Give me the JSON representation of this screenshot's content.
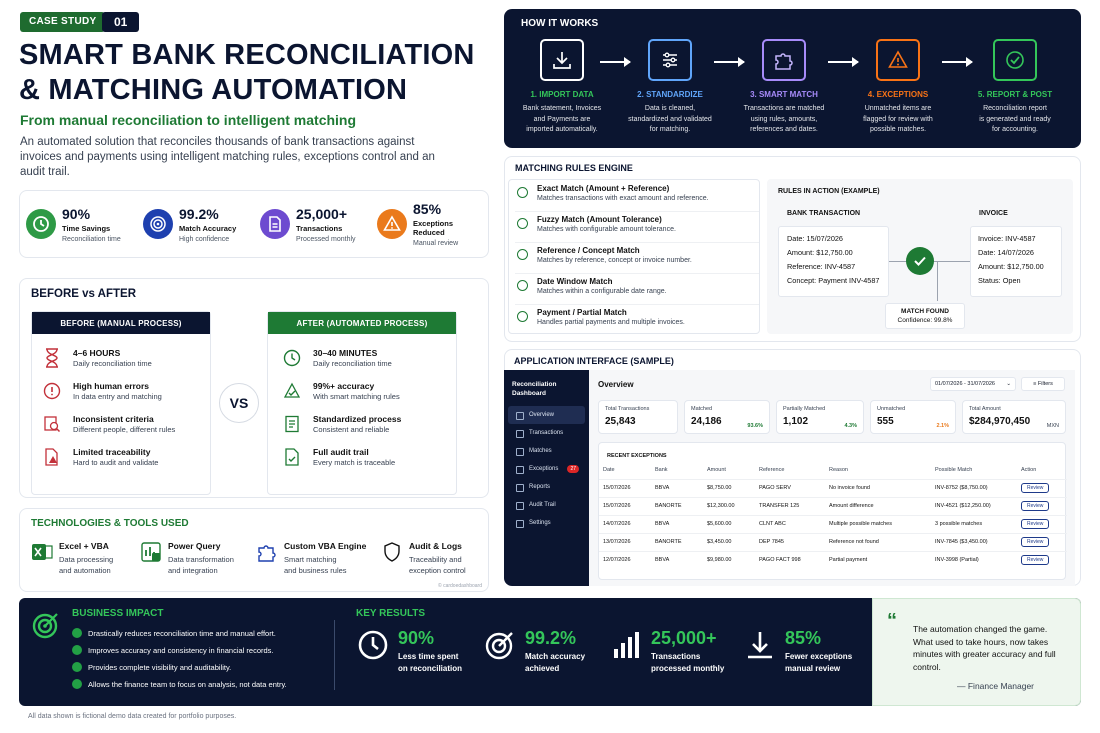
{
  "header": {
    "tag": "CASE STUDY",
    "number": "01",
    "title_line1": "SMART BANK RECONCILIATION",
    "title_line2": "& MATCHING AUTOMATION",
    "subtitle": "From manual reconciliation to intelligent matching",
    "intro": "An automated solution that reconciles thousands of bank transactions against invoices and payments using intelligent matching rules, exceptions control and an audit trail."
  },
  "kpis": [
    {
      "value": "90%",
      "label": "Time Savings",
      "sub": "Reconciliation time",
      "icon": "clock-icon",
      "color": "#2e9a46"
    },
    {
      "value": "99.2%",
      "label": "Match Accuracy",
      "sub": "High confidence",
      "icon": "target-icon",
      "color": "#1e40af"
    },
    {
      "value": "25,000+",
      "label": "Transactions",
      "sub": "Processed monthly",
      "icon": "document-icon",
      "color": "#6d4bd0"
    },
    {
      "value": "85%",
      "label": "Exceptions Reduced",
      "sub": "Manual review",
      "icon": "warning-icon",
      "color": "#ea7a1c"
    }
  ],
  "before_after": {
    "title": "BEFORE vs AFTER",
    "before_header": "BEFORE (MANUAL PROCESS)",
    "after_header": "AFTER (AUTOMATED PROCESS)",
    "vs": "VS",
    "before": [
      {
        "title": "4–6 HOURS",
        "desc": "Daily reconciliation time",
        "icon": "hourglass-icon"
      },
      {
        "title": "High human errors",
        "desc": "In data entry and matching",
        "icon": "alert-icon"
      },
      {
        "title": "Inconsistent criteria",
        "desc": "Different people, different rules",
        "icon": "search-icon"
      },
      {
        "title": "Limited traceability",
        "desc": "Hard to audit and validate",
        "icon": "file-warning-icon"
      }
    ],
    "after": [
      {
        "title": "30–40 MINUTES",
        "desc": "Daily reconciliation time",
        "icon": "clock-icon"
      },
      {
        "title": "99%+ accuracy",
        "desc": "With smart matching rules",
        "icon": "accuracy-icon"
      },
      {
        "title": "Standardized process",
        "desc": "Consistent and reliable",
        "icon": "checklist-icon"
      },
      {
        "title": "Full audit trail",
        "desc": "Every match is traceable",
        "icon": "audit-icon"
      }
    ]
  },
  "tech": {
    "title": "TECHNOLOGIES & TOOLS USED",
    "tools": [
      {
        "name": "Excel + VBA",
        "l1": "Data processing",
        "l2": "and automation",
        "icon": "excel-icon"
      },
      {
        "name": "Power Query",
        "l1": "Data transformation",
        "l2": "and integration",
        "icon": "power-query-icon"
      },
      {
        "name": "Custom VBA Engine",
        "l1": "Smart matching",
        "l2": "and business rules",
        "icon": "puzzle-icon"
      },
      {
        "name": "Audit & Logs",
        "l1": "Traceability and",
        "l2": "exception control",
        "icon": "shield-icon"
      }
    ],
    "watermark": "© cardoedashboard"
  },
  "how": {
    "title": "HOW IT WORKS",
    "steps": [
      {
        "head": "1. IMPORT DATA",
        "lines": [
          "Bank statement, Invoices",
          "and Payments are",
          "imported automatically."
        ],
        "color": "#ffffff",
        "headcolor": "#34c65a",
        "icon": "download-icon"
      },
      {
        "head": "2. STANDARDIZE",
        "lines": [
          "Data is cleaned,",
          "standardized and validated",
          "for matching."
        ],
        "color": "#60a5fa",
        "headcolor": "#60a5fa",
        "icon": "sliders-icon"
      },
      {
        "head": "3. SMART MATCH",
        "lines": [
          "Transactions are matched",
          "using rules, amounts,",
          "references and dates."
        ],
        "color": "#a78bfa",
        "headcolor": "#a78bfa",
        "icon": "puzzle-icon"
      },
      {
        "head": "4. EXCEPTIONS",
        "lines": [
          "Unmatched items are",
          "flagged for review with",
          "possible matches."
        ],
        "color": "#f97316",
        "headcolor": "#f97316",
        "icon": "warning-icon"
      },
      {
        "head": "5. REPORT & POST",
        "lines": [
          "Reconciliation report",
          "is generated and ready",
          "for accounting."
        ],
        "color": "#34c65a",
        "headcolor": "#34c65a",
        "icon": "check-circle-icon"
      }
    ]
  },
  "rules": {
    "title": "MATCHING RULES ENGINE",
    "items": [
      {
        "t": "Exact Match (Amount + Reference)",
        "d": "Matches transactions with exact amount and reference."
      },
      {
        "t": "Fuzzy Match (Amount Tolerance)",
        "d": "Matches with configurable amount tolerance."
      },
      {
        "t": "Reference / Concept Match",
        "d": "Matches by reference, concept or invoice number."
      },
      {
        "t": "Date Window Match",
        "d": "Matches within a configurable date range."
      },
      {
        "t": "Payment / Partial Match",
        "d": "Handles partial payments and multiple invoices."
      }
    ],
    "example_title": "RULES IN ACTION (EXAMPLE)",
    "bank_title": "BANK TRANSACTION",
    "bank": [
      "Date:  15/07/2026",
      "Amount:  $12,750.00",
      "Reference:  INV-4587",
      "Concept:  Payment INV-4587"
    ],
    "invoice_title": "INVOICE",
    "invoice": [
      "Invoice:  INV-4587",
      "Date:    14/07/2026",
      "Amount:  $12,750.00",
      "Status:   Open"
    ],
    "match": "MATCH FOUND",
    "confidence": "Confidence: 99.8%"
  },
  "app": {
    "title": "APPLICATION INTERFACE (SAMPLE)",
    "sidebar_title_1": "Reconciliation",
    "sidebar_title_2": "Dashboard",
    "nav": [
      "Overview",
      "Transactions",
      "Matches",
      "Exceptions",
      "Reports",
      "Audit Trail",
      "Settings"
    ],
    "exceptions_badge": "27",
    "overview": "Overview",
    "date_range": "01/07/2026 - 31/07/2026",
    "filters": "Filters",
    "tiles": [
      {
        "label": "Total Transactions",
        "value": "25,843",
        "pct": "",
        "pcolor": "#1e7a34"
      },
      {
        "label": "Matched",
        "value": "24,186",
        "pct": "93.6%",
        "pcolor": "#1e7a34"
      },
      {
        "label": "Partially Matched",
        "value": "1,102",
        "pct": "4.3%",
        "pcolor": "#1e7a34"
      },
      {
        "label": "Unmatched",
        "value": "555",
        "pct": "2.1%",
        "pcolor": "#ea7a1c"
      },
      {
        "label": "Total Amount",
        "value": "$284,970,450",
        "pct": "MXN",
        "pcolor": "#374151"
      }
    ],
    "recent": "RECENT EXCEPTIONS",
    "columns": [
      "Date",
      "Bank",
      "Amount",
      "Reference",
      "Reason",
      "Possible Match",
      "Action"
    ],
    "rows": [
      [
        "15/07/2026",
        "BBVA",
        "$8,750.00",
        "PAGO SERV",
        "No invoice found",
        "INV-8752 ($8,750.00)"
      ],
      [
        "15/07/2026",
        "BANORTE",
        "$12,300.00",
        "TRANSFER 125",
        "Amount difference",
        "INV-4521 ($12,250.00)"
      ],
      [
        "14/07/2026",
        "BBVA",
        "$5,600.00",
        "CLNT ABC",
        "Multiple possible matches",
        "3 possible matches"
      ],
      [
        "13/07/2026",
        "BANORTE",
        "$3,450.00",
        "DEP 7845",
        "Reference not found",
        "INV-7845 ($3,450.00)"
      ],
      [
        "12/07/2026",
        "BBVA",
        "$9,980.00",
        "PAGO FACT 998",
        "Partial payment",
        "INV-3998 (Partial)"
      ]
    ],
    "review": "Review"
  },
  "impact": {
    "title": "BUSINESS IMPACT",
    "items": [
      "Drastically reduces reconciliation time and manual effort.",
      "Improves accuracy and consistency in financial records.",
      "Provides complete visibility and auditability.",
      "Allows the finance team to focus on analysis, not data entry."
    ],
    "key_title": "KEY RESULTS",
    "results": [
      {
        "v": "90%",
        "l1": "Less time spent",
        "l2": "on reconciliation",
        "icon": "clock-icon"
      },
      {
        "v": "99.2%",
        "l1": "Match accuracy",
        "l2": "achieved",
        "icon": "target-icon"
      },
      {
        "v": "25,000+",
        "l1": "Transactions",
        "l2": "processed monthly",
        "icon": "bar-chart-icon"
      },
      {
        "v": "85%",
        "l1": "Fewer exceptions",
        "l2": "manual review",
        "icon": "download-arrow-icon"
      }
    ],
    "quote": "The automation changed the game. What used to take hours, now takes minutes with greater accuracy and full control.",
    "author": "— Finance Manager"
  },
  "footnote": "All data shown is fictional demo data created for portfolio purposes."
}
